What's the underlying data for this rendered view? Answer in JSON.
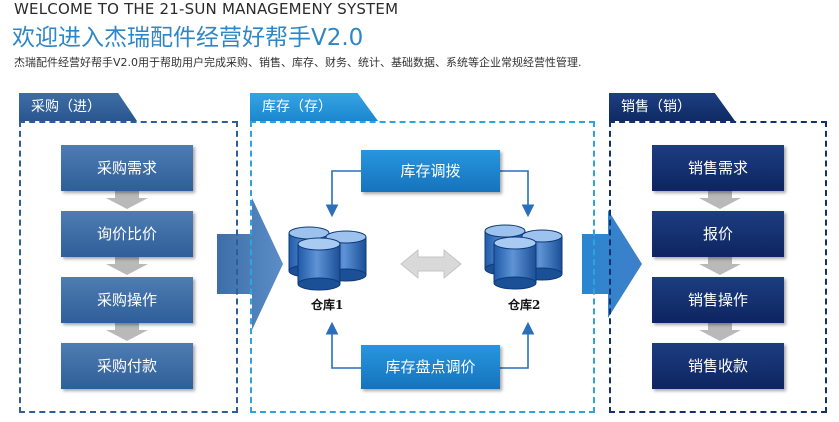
{
  "header": {
    "welcome": "WELCOME TO THE 21-SUN MANAGEMENY SYSTEM",
    "title": "欢迎进入杰瑞配件经营好帮手V2.0",
    "description": "杰瑞配件经营好帮手V2.0用于帮助用户完成采购、销售、库存、财务、统计、基础数据、系统等企业常规经营性管理."
  },
  "purchase": {
    "tab_label": "采购（进）",
    "steps": [
      "采购需求",
      "询价比价",
      "采购操作",
      "采购付款"
    ]
  },
  "inventory": {
    "tab_label": "库存（存）",
    "transfer_label": "库存调拨",
    "stocktake_label": "库存盘点调价",
    "warehouse1": "仓库1",
    "warehouse2": "仓库2"
  },
  "sales": {
    "tab_label": "销售（销）",
    "steps": [
      "销售需求",
      "报价",
      "销售操作",
      "销售收款"
    ]
  },
  "colors": {
    "brand_blue": "#2f86c6",
    "purchase_blue": "#2f5d96",
    "inventory_blue": "#2ea3e0",
    "sales_navy": "#13306f"
  }
}
